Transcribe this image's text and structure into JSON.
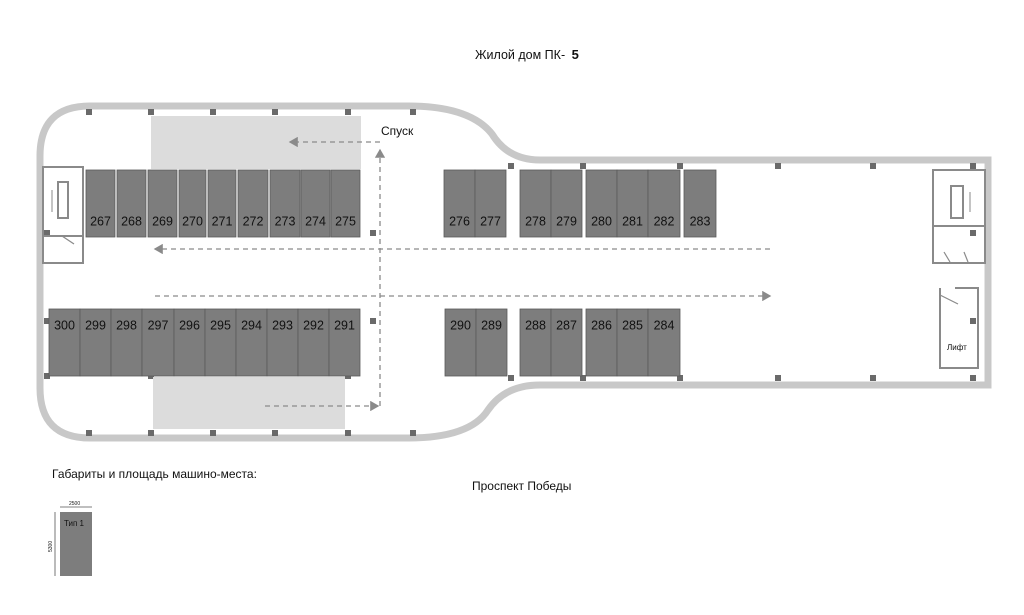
{
  "header": {
    "title": "Жилой дом ПК-",
    "number": "5"
  },
  "labels": {
    "descent": "Спуск",
    "lift": "Лифт",
    "street": "Проспект Победы",
    "legend_title": "Габариты и площадь машино-места:",
    "legend_type": "Тип 1",
    "legend_width": "2500",
    "legend_length": "5300"
  },
  "parking": {
    "top_row": [
      "267",
      "268",
      "269",
      "270",
      "271",
      "272",
      "273",
      "274",
      "275",
      "276",
      "277",
      "278",
      "279",
      "280",
      "281",
      "282",
      "283"
    ],
    "bottom_row": [
      "300",
      "299",
      "298",
      "297",
      "296",
      "295",
      "294",
      "293",
      "292",
      "291",
      "290",
      "289",
      "288",
      "287",
      "286",
      "285",
      "284"
    ]
  },
  "colors": {
    "spot_fill": "#7d7d7d",
    "wall": "#c8c8c8",
    "ramp": "#dcdcdc",
    "arrow": "#8a8a8a"
  }
}
